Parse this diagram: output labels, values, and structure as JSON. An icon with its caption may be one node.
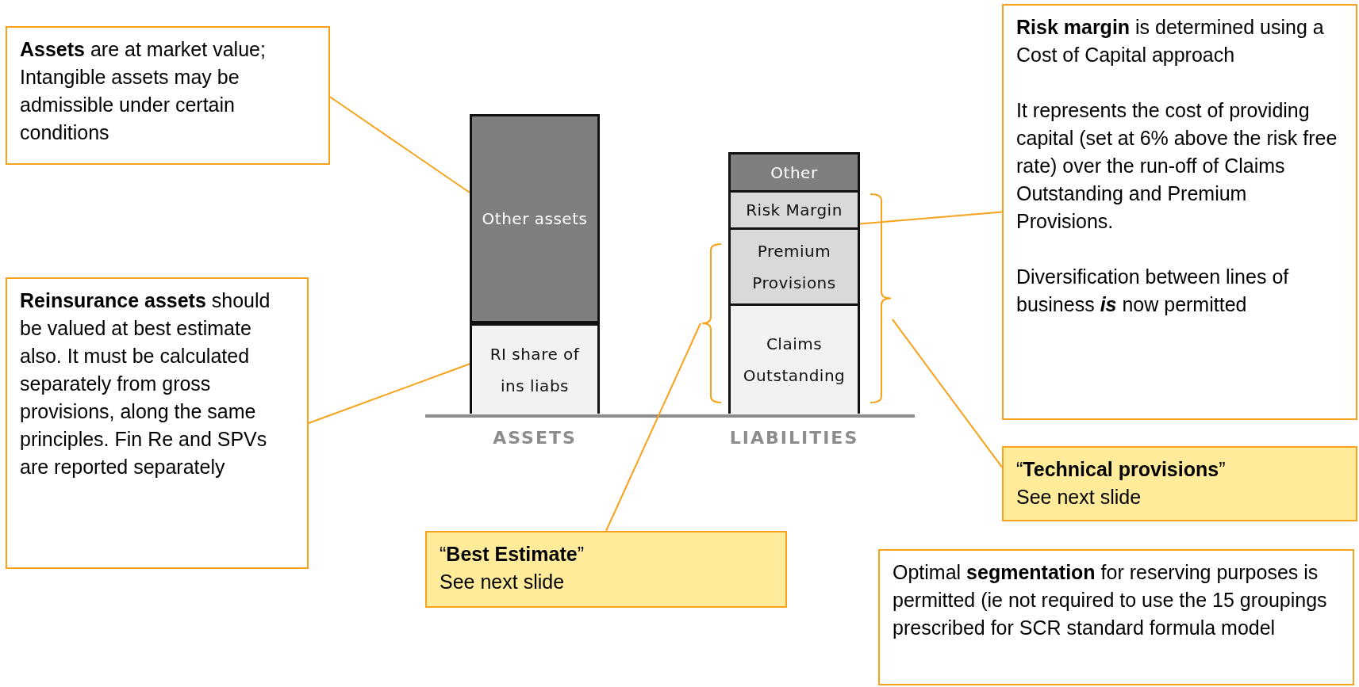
{
  "diagram": {
    "nodes": [
      {
        "text": [
          "**Assets** are at market value; Intangible assets may be admissible under certain conditions"
        ]
      },
      {
        "text": [
          "**Risk margin** is determined using a Cost of Capital approach",
          "It represents the cost of providing capital (set at 6% above the risk free rate) over the run-off of Claims Outstanding and Premium Provisions.",
          "Diversification between lines of business **is** now permitted"
        ]
      },
      {
        "text": [
          "Other assets"
        ]
      },
      {
        "text": [
          "RI share of ins liabs"
        ]
      },
      {
        "text": [
          "Other"
        ]
      },
      {
        "text": [
          "Risk Margin"
        ]
      },
      {
        "text": [
          "Premium Provisions"
        ]
      },
      {
        "text": [
          "Claims Outstanding"
        ]
      },
      {
        "text": [],
        "shape": "bracket"
      },
      {
        "text": [],
        "shape": "bracket"
      },
      {
        "text": [
          "**Reinsurance assets** should be valued at best estimate also.  It must be calculated separately from gross provisions, along the same principles.  Fin Re and SPVs are reported separately"
        ]
      },
      {
        "text": [
          "“**Technical provisions**”",
          "See next slide"
        ]
      },
      {
        "text": [
          "“**Best Estimate**”",
          "See next slide"
        ]
      },
      {
        "text": [
          "Optimal **segmentation** for reserving purposes is permitted (ie not required to use the 15 groupings prescribed for SCR standard formula model"
        ]
      }
    ],
    "edges": [
      {
        "from": 0,
        "to": 2,
        "arrow": "none"
      },
      {
        "from": 10,
        "to": 3,
        "arrow": "none"
      },
      {
        "from": 12,
        "to": 8,
        "arrow": "none"
      },
      {
        "from": 1,
        "to": 5,
        "arrow": "none"
      },
      {
        "from": 11,
        "to": 9,
        "arrow": "none"
      }
    ],
    "labels": [
      "ASSETS",
      "LIABILITIES"
    ]
  }
}
